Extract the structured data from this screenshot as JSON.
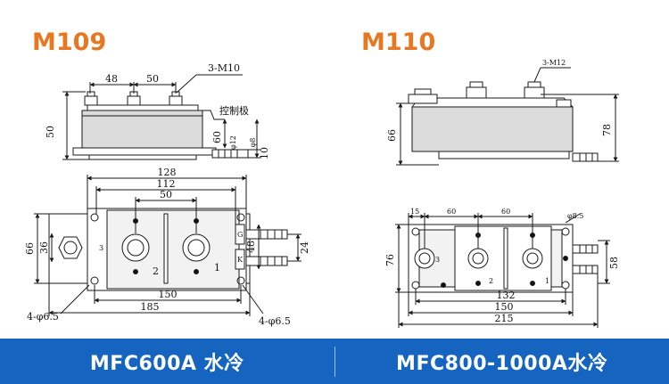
{
  "colors": {
    "title_orange": "#e87722",
    "footer_blue": "#1565c0",
    "line": "#1a1a1a",
    "body_fill": "#dcdcdc"
  },
  "left": {
    "model": "M109",
    "caption": "MFC600A 水冷",
    "dims": {
      "d48": "48",
      "d50top": "50",
      "screw": "3-M10",
      "h50": "50",
      "h60": "60",
      "ctrl": "控制极",
      "phi12": "φ12",
      "phi8": "φ8",
      "h10": "10",
      "w128": "128",
      "w112": "112",
      "w50": "50",
      "h66": "66",
      "h36": "36",
      "h24": "24",
      "h48": "48",
      "w150": "150",
      "w185": "185",
      "hole_l": "4-φ6.5",
      "hole_r": "4-φ6.5",
      "t3": "3",
      "t2": "2",
      "t1": "1",
      "tk": "K",
      "tg": "G"
    }
  },
  "right": {
    "model": "M110",
    "caption": "MFC800-1000A水冷",
    "dims": {
      "screw": "3-M12",
      "h66": "66",
      "h78": "78",
      "d15": "15",
      "d60a": "60",
      "d60b": "60",
      "phi85": "φ8.5",
      "h76": "76",
      "h58": "58",
      "w132": "132",
      "w150": "150",
      "w215": "215",
      "t3": "3",
      "t2": "2",
      "t1": "1"
    }
  }
}
